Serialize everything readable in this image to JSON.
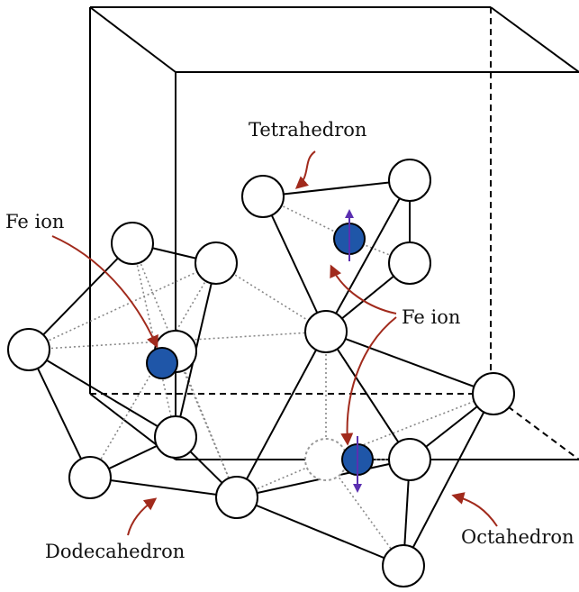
{
  "labels": {
    "tetrahedron": "Tetrahedron",
    "fe_ion_left": "Fe ion",
    "fe_ion_right": "Fe ion",
    "dodecahedron": "Dodecahedron",
    "octahedron": "Octahedron"
  },
  "colors": {
    "edge": "#000000",
    "hidden_edge": "#888888",
    "arrow": "#a12a1c",
    "fe_ion": "#1f56a8",
    "spin": "#5a2fb0"
  }
}
